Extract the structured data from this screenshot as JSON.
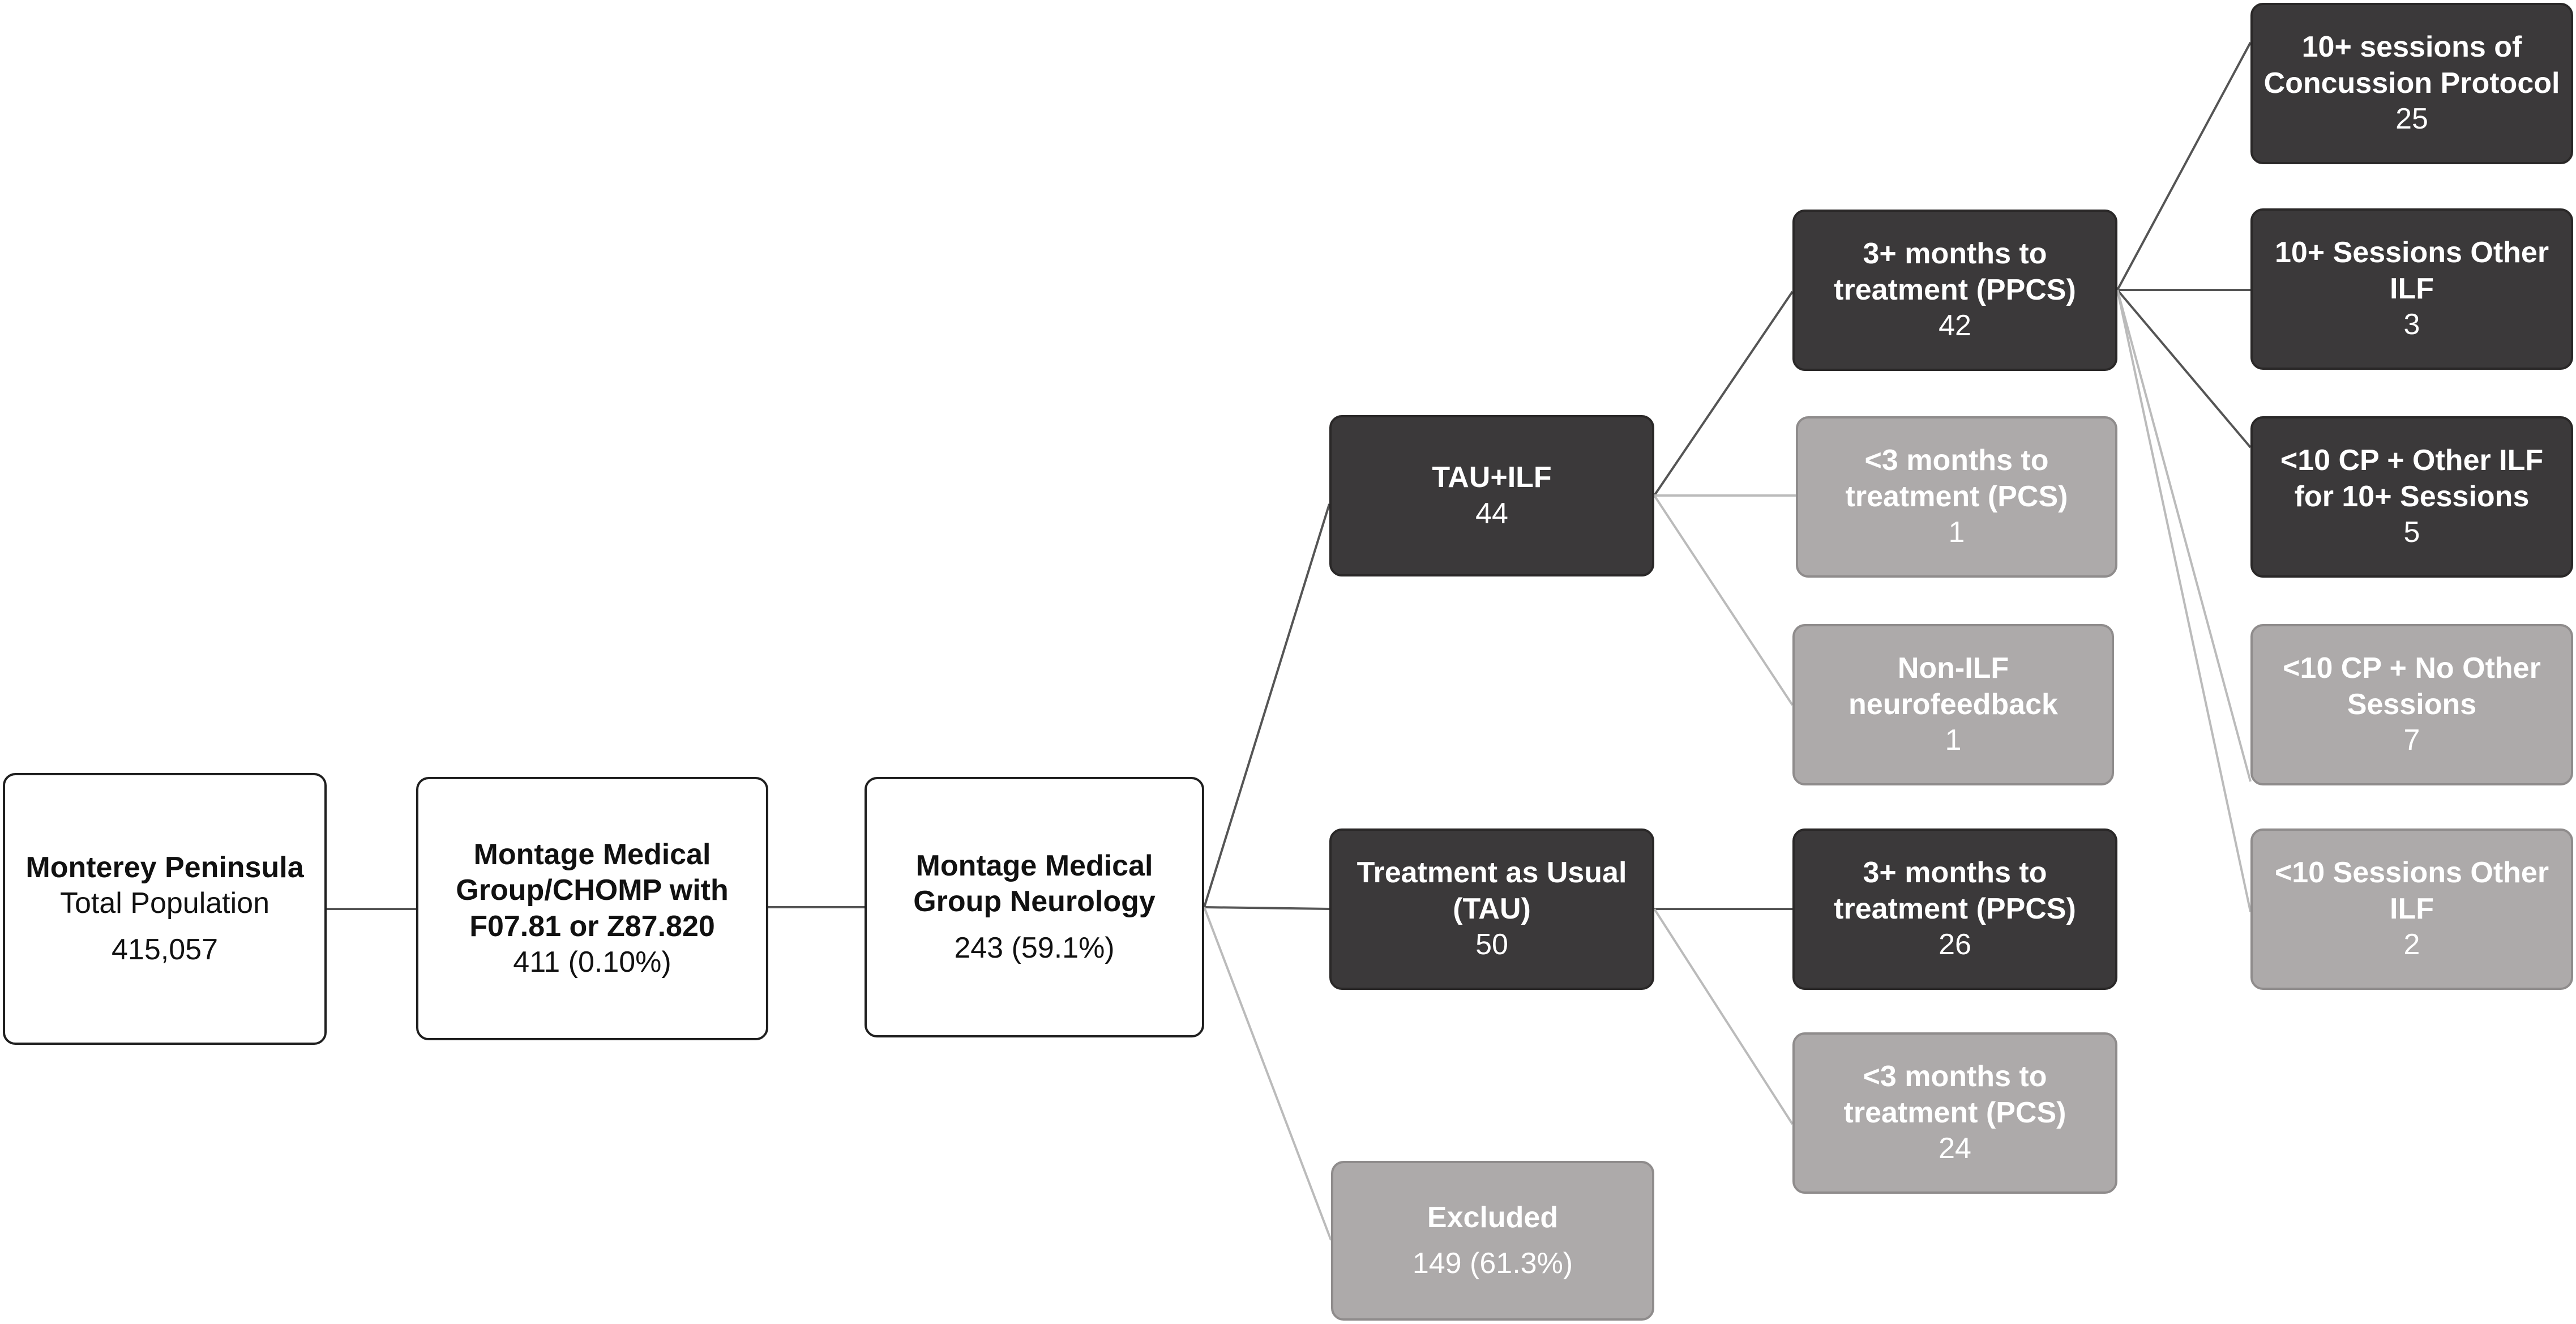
{
  "nodes": {
    "population": {
      "title": "Monterey Peninsula",
      "subtitle": "Total Population",
      "count": "415,057"
    },
    "montage_chomp": {
      "title": "Montage Medical Group/CHOMP with F07.81 or Z87.820",
      "count": "411 (0.10%)"
    },
    "neurology": {
      "title": "Montage Medical Group Neurology",
      "count": "243 (59.1%)"
    },
    "tau_ilf": {
      "title": "TAU+ILF",
      "count": "44"
    },
    "tau": {
      "title": "Treatment as Usual (TAU)",
      "count": "50"
    },
    "excluded": {
      "title": "Excluded",
      "count": "149 (61.3%)"
    },
    "ilf_ppcs": {
      "title": "3+ months to treatment (PPCS)",
      "count": "42"
    },
    "ilf_pcs": {
      "title": "<3 months to treatment (PCS)",
      "count": "1"
    },
    "non_ilf": {
      "title": "Non-ILF neurofeedback",
      "count": "1"
    },
    "tau_ppcs": {
      "title": "3+ months to treatment (PPCS)",
      "count": "26"
    },
    "tau_pcs": {
      "title": "<3 months to treatment (PCS)",
      "count": "24"
    },
    "cp10": {
      "title": "10+ sessions of Concussion Protocol",
      "count": "25"
    },
    "other10": {
      "title": "10+ Sessions Other ILF",
      "count": "3"
    },
    "cp_other": {
      "title": "<10 CP + Other ILF for 10+ Sessions",
      "count": "5"
    },
    "cp_none": {
      "title": "<10 CP + No Other Sessions",
      "count": "7"
    },
    "other_lt10": {
      "title": "<10 Sessions Other ILF",
      "count": "2"
    }
  },
  "colors": {
    "dark_box": "#3b393a",
    "light_box": "#adaaaa",
    "white_box": "#ffffff",
    "dark_line": "#555555",
    "light_line": "#bbbbbb"
  }
}
